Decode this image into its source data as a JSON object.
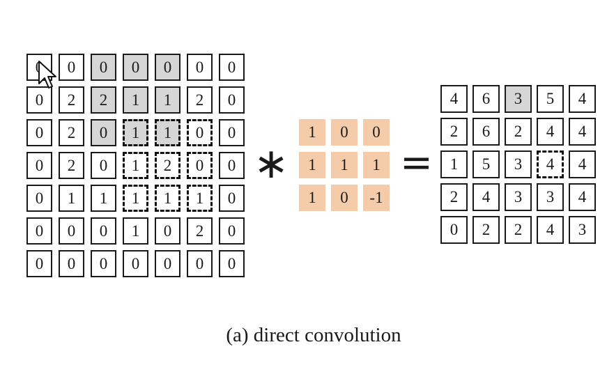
{
  "input": {
    "rows": [
      [
        "0",
        "0",
        "0",
        "0",
        "0",
        "0",
        "0"
      ],
      [
        "0",
        "2",
        "2",
        "1",
        "1",
        "2",
        "0"
      ],
      [
        "0",
        "2",
        "0",
        "1",
        "1",
        "0",
        "0"
      ],
      [
        "0",
        "2",
        "0",
        "1",
        "2",
        "0",
        "0"
      ],
      [
        "0",
        "1",
        "1",
        "1",
        "1",
        "1",
        "0"
      ],
      [
        "0",
        "0",
        "0",
        "1",
        "0",
        "2",
        "0"
      ],
      [
        "0",
        "0",
        "0",
        "0",
        "0",
        "0",
        "0"
      ]
    ],
    "highlighted": [
      [
        0,
        2
      ],
      [
        0,
        3
      ],
      [
        0,
        4
      ],
      [
        1,
        2
      ],
      [
        1,
        3
      ],
      [
        1,
        4
      ],
      [
        2,
        2
      ],
      [
        2,
        3
      ],
      [
        2,
        4
      ]
    ],
    "dashed": [
      [
        2,
        3
      ],
      [
        2,
        4
      ],
      [
        2,
        5
      ],
      [
        3,
        3
      ],
      [
        3,
        4
      ],
      [
        3,
        5
      ],
      [
        4,
        3
      ],
      [
        4,
        4
      ],
      [
        4,
        5
      ]
    ]
  },
  "kernel": {
    "rows": [
      [
        "1",
        "0",
        "0"
      ],
      [
        "1",
        "1",
        "1"
      ],
      [
        "1",
        "0",
        "-1"
      ]
    ],
    "color": "#f5ccaa"
  },
  "operators": {
    "convolve": "∗",
    "equals": "="
  },
  "output": {
    "rows": [
      [
        "4",
        "6",
        "3",
        "5",
        "4"
      ],
      [
        "2",
        "6",
        "2",
        "4",
        "4"
      ],
      [
        "1",
        "5",
        "3",
        "4",
        "4"
      ],
      [
        "2",
        "4",
        "3",
        "3",
        "4"
      ],
      [
        "0",
        "2",
        "2",
        "4",
        "3"
      ]
    ],
    "highlighted": [
      [
        0,
        2
      ]
    ],
    "dashed": [
      [
        2,
        3
      ]
    ]
  },
  "caption": "(a) direct convolution",
  "colors": {
    "highlight": "#d6d6d6",
    "kernel": "#f5ccaa",
    "stroke": "#1a1a1a"
  }
}
